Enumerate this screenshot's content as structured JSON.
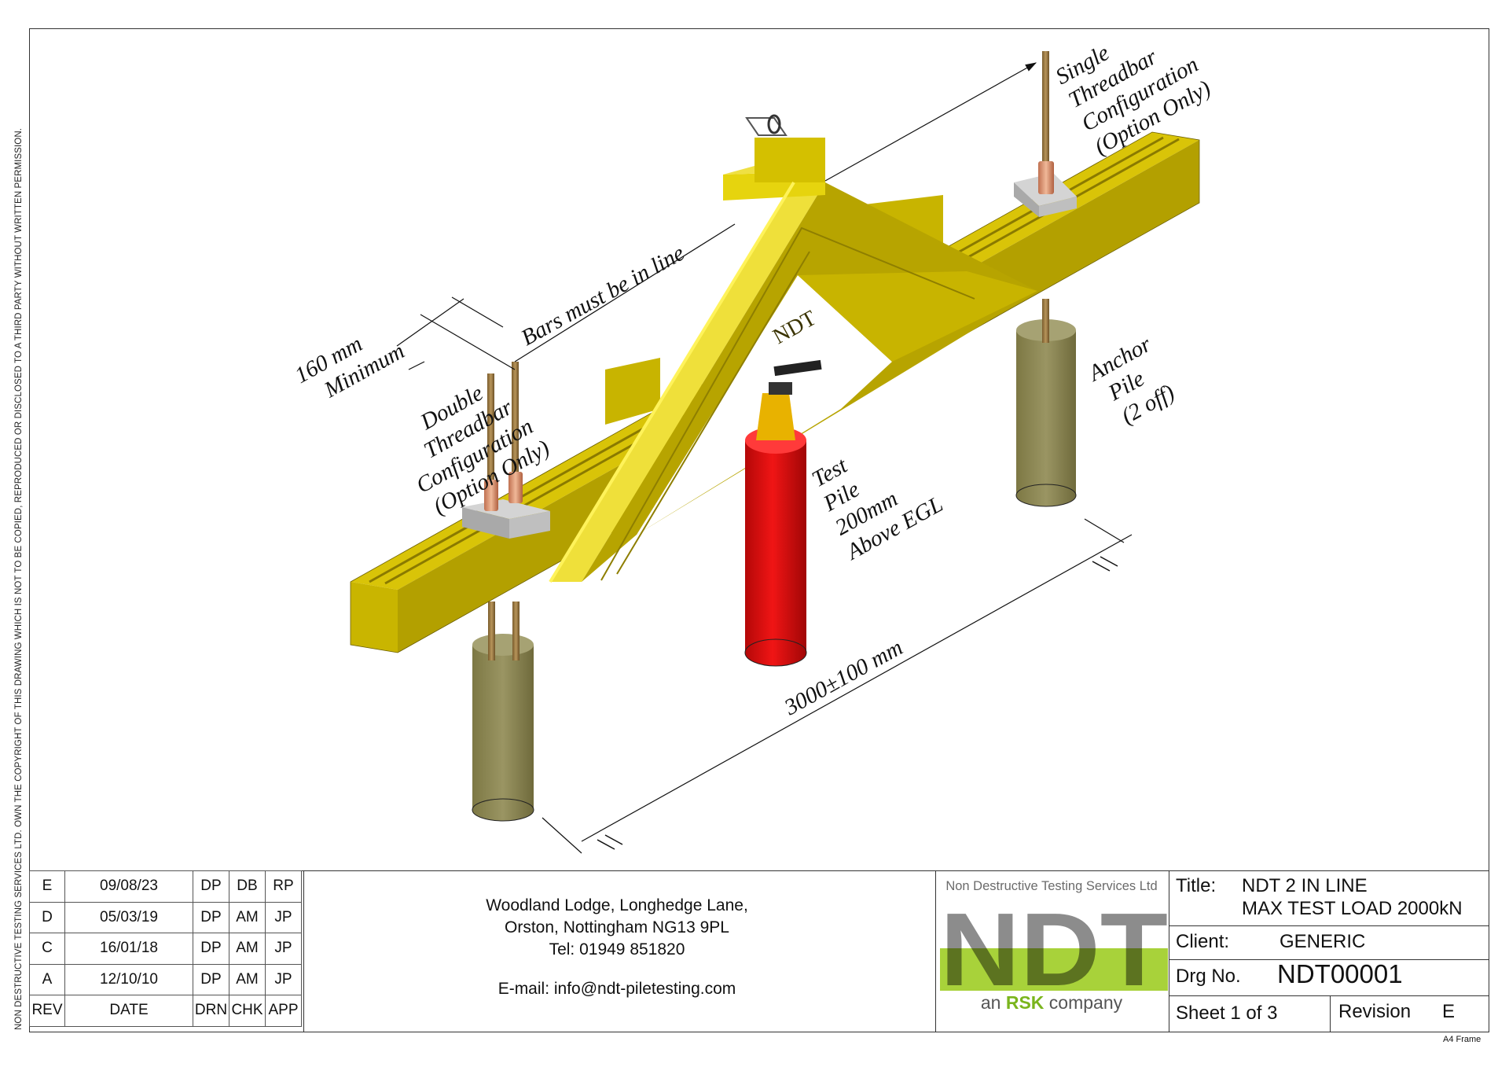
{
  "copyright_notice": "NON DESTRUCTIVE TESTING SERVICES LTD. OWN THE COPYRIGHT OF THIS DRAWING WHICH IS NOT TO BE COPIED, REPRODUCED OR DISCLOSED TO A THIRD PARTY WITHOUT WRITTEN PERMISSION.",
  "labels": {
    "single_threadbar": [
      "Single",
      "Threadbar",
      "Configuration",
      "(Option Only)"
    ],
    "double_threadbar": [
      "Double",
      "Threadbar",
      "Configuration",
      "(Option Only)"
    ],
    "bars_in_line": "Bars must be in line",
    "spacing": [
      "160 mm",
      "Minimum"
    ],
    "ndt_mark": "NDT",
    "anchor_pile": [
      "Anchor",
      "Pile",
      "(2 off)"
    ],
    "test_pile": [
      "Test",
      "Pile",
      "200mm",
      "Above EGL"
    ],
    "distance": "3000±100 mm"
  },
  "colors": {
    "beam_yellow": "#e6d20a",
    "beam_shade": "#b09e00",
    "test_pile_red": "#e50f0f",
    "anchor_pile_olive": "#8b8656",
    "threadbar_brown": "#9a7b45",
    "nut_copper": "#d6906a",
    "plate_grey": "#c8c8c8",
    "logo_grey": "#8c8c8c",
    "logo_green": "#9ccc1e"
  },
  "revisions": {
    "headers": [
      "REV",
      "DATE",
      "DRN",
      "CHK",
      "APP"
    ],
    "rows": [
      [
        "E",
        "09/08/23",
        "DP",
        "DB",
        "RP"
      ],
      [
        "D",
        "05/03/19",
        "DP",
        "AM",
        "JP"
      ],
      [
        "C",
        "16/01/18",
        "DP",
        "AM",
        "JP"
      ],
      [
        "A",
        "12/10/10",
        "DP",
        "AM",
        "JP"
      ]
    ]
  },
  "address": {
    "line1": "Woodland Lodge, Longhedge Lane,",
    "line2": "Orston, Nottingham NG13 9PL",
    "tel": "Tel:  01949 851820",
    "email": "E-mail: info@ndt-piletesting.com"
  },
  "logo": {
    "company": "Non Destructive Testing Services Ltd",
    "mark": "NDT",
    "tagline_pre": "an",
    "tagline_brand": "RSK",
    "tagline_post": "company"
  },
  "title_block": {
    "title_label": "Title:",
    "title_line1": "NDT 2 IN LINE",
    "title_line2": "MAX TEST LOAD 2000kN",
    "client_label": "Client:",
    "client": "GENERIC",
    "drg_label": "Drg No.",
    "drg_no": "NDT00001",
    "sheet": "Sheet 1 of 3",
    "revision_label": "Revision",
    "revision": "E"
  },
  "frame_label": "A4 Frame"
}
